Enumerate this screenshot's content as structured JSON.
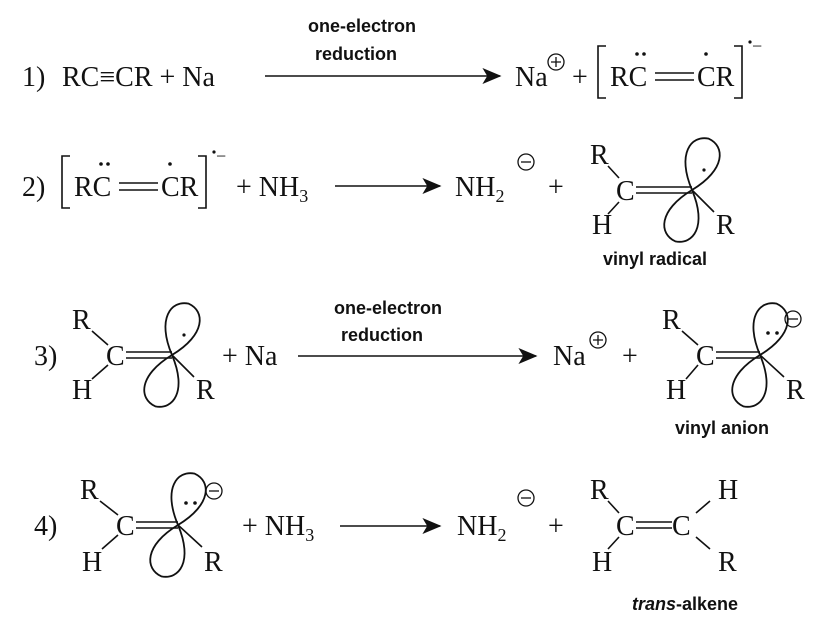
{
  "reactions": [
    {
      "number": "1)",
      "reactant": "RC≡CR + Na",
      "arrow_label_top": "one-electron",
      "arrow_label_bottom": "reduction",
      "product_cation": "Na",
      "plus": "+",
      "product_anion": {
        "left": "RC",
        "bond": "=",
        "right": "CR"
      },
      "charge": "−"
    },
    {
      "number": "2)",
      "reactant": {
        "left": "RC",
        "bond": "=",
        "right": "CR"
      },
      "charge": "−",
      "reagent": "+ NH",
      "reagent_sub": "3",
      "product1": "NH",
      "product1_sub": "2",
      "plus": "+",
      "product2": {
        "R1": "R",
        "C": "C",
        "H": "H",
        "R2": "R"
      },
      "product_label": "vinyl radical"
    },
    {
      "number": "3)",
      "reactant": {
        "R1": "R",
        "C": "C",
        "H": "H",
        "R2": "R"
      },
      "reagent": "+ Na",
      "arrow_label_top": "one-electron",
      "arrow_label_bottom": "reduction",
      "product1": "Na",
      "plus": "+",
      "product2": {
        "R1": "R",
        "C": "C",
        "H": "H",
        "R2": "R"
      },
      "product_label": "vinyl anion"
    },
    {
      "number": "4)",
      "reactant": {
        "R1": "R",
        "C": "C",
        "H": "H",
        "R2": "R"
      },
      "reagent": "+ NH",
      "reagent_sub": "3",
      "product1": "NH",
      "product1_sub": "2",
      "plus": "+",
      "product2": {
        "R1": "R",
        "C1": "C",
        "bond": "=",
        "C2": "C",
        "H1": "H",
        "H2": "H",
        "R2": "R"
      },
      "product_label_italic": "trans",
      "product_label": "-alkene"
    }
  ]
}
